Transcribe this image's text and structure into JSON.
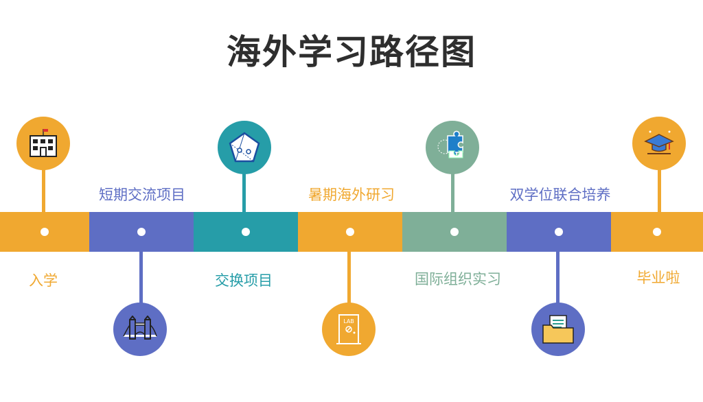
{
  "title": "海外学习路径图",
  "colors": {
    "orange": "#F0A830",
    "blue": "#5E6EC4",
    "teal": "#269DA8",
    "sage": "#7FAF98"
  },
  "stages": [
    {
      "label": "入学",
      "icon": "school-building-icon",
      "color": "#F0A830",
      "position": "below-label-above-icon"
    },
    {
      "label": "短期交流项目",
      "icon": "bridge-icon",
      "color": "#5E6EC4",
      "position": "above-label-below-icon"
    },
    {
      "label": "交换项目",
      "icon": "network-pentagon-icon",
      "color": "#269DA8",
      "position": "below-label-above-icon"
    },
    {
      "label": "暑期海外研习",
      "icon": "lab-door-icon",
      "color": "#F0A830",
      "position": "above-label-below-icon"
    },
    {
      "label": "国际组织实习",
      "icon": "puzzle-icon",
      "color": "#7FAF98",
      "position": "below-label-above-icon"
    },
    {
      "label": "双学位联合培养",
      "icon": "folder-document-icon",
      "color": "#5E6EC4",
      "position": "above-label-below-icon"
    },
    {
      "label": "毕业啦",
      "icon": "graduation-cap-icon",
      "color": "#F0A830",
      "position": "below-label-above-icon"
    }
  ]
}
